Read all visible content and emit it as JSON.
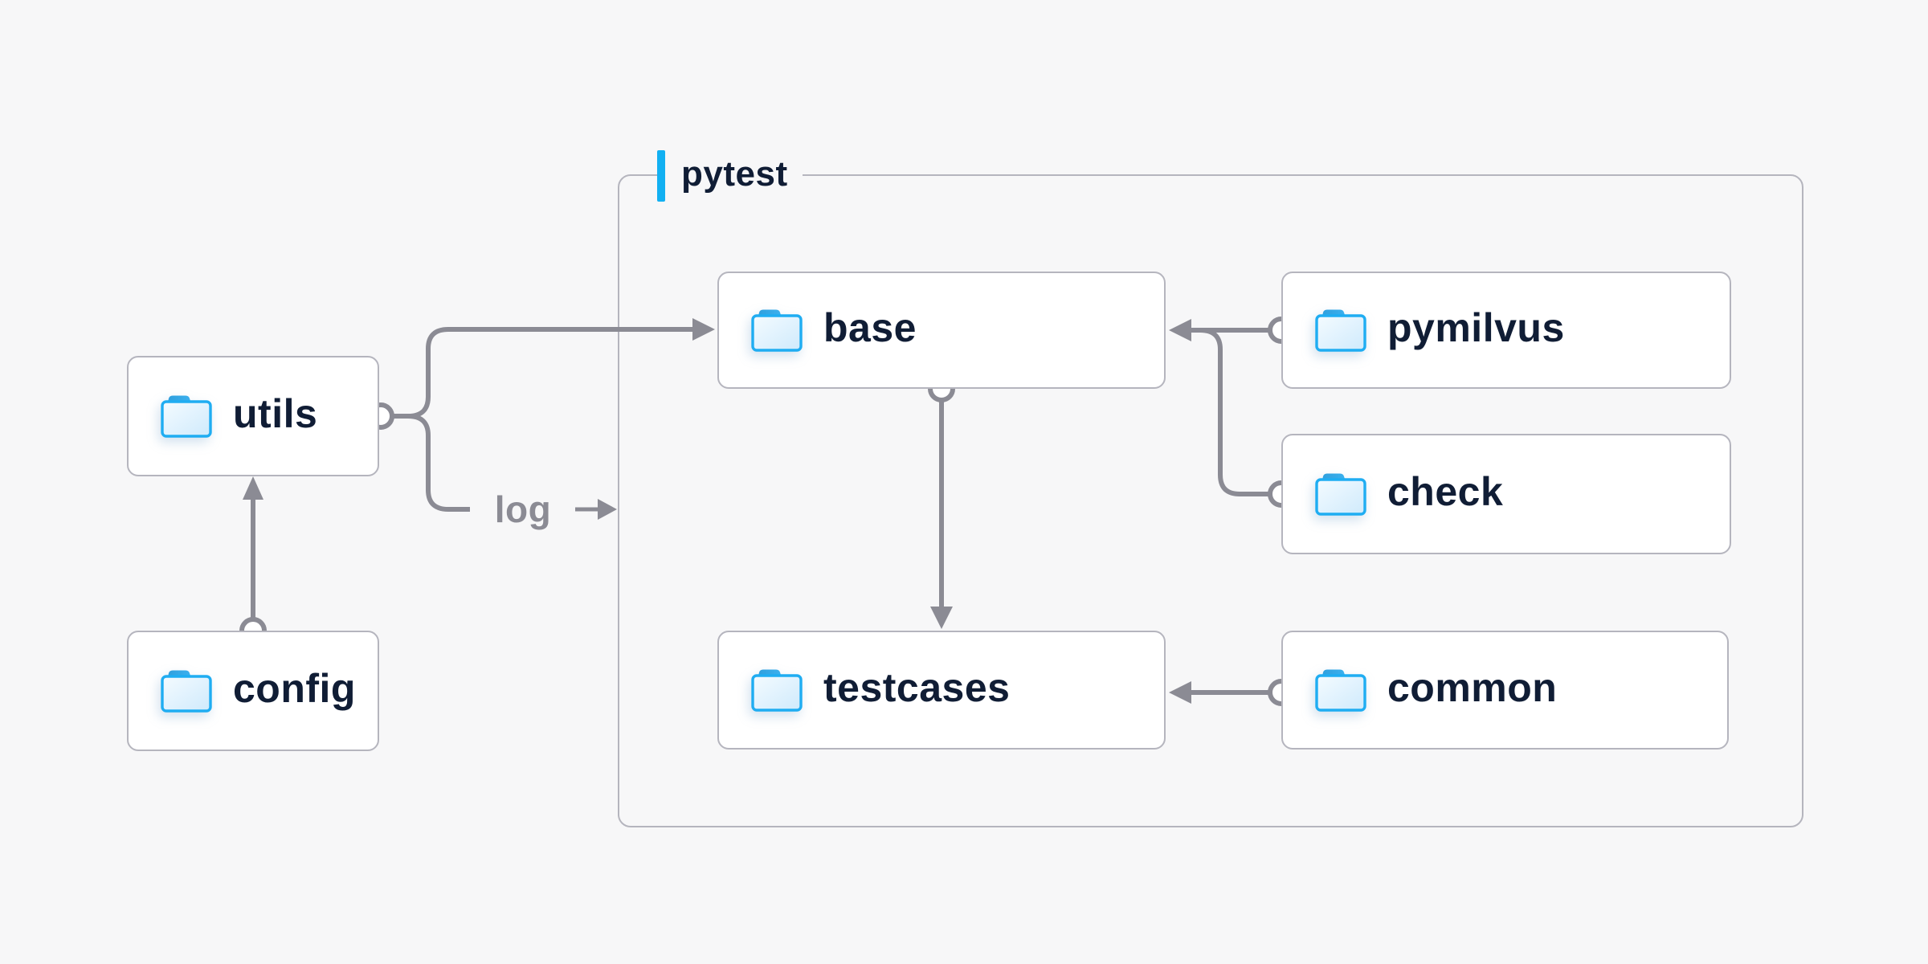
{
  "container": {
    "label": "pytest"
  },
  "nodes": {
    "utils": {
      "label": "utils"
    },
    "config": {
      "label": "config"
    },
    "base": {
      "label": "base"
    },
    "pymilvus": {
      "label": "pymilvus"
    },
    "check": {
      "label": "check"
    },
    "testcases": {
      "label": "testcases"
    },
    "common": {
      "label": "common"
    }
  },
  "edge_label": "log",
  "edges": [
    {
      "from": "config",
      "to": "utils"
    },
    {
      "from": "utils",
      "to": "base"
    },
    {
      "from": "utils",
      "to": "log"
    },
    {
      "from": "pymilvus",
      "to": "base"
    },
    {
      "from": "check",
      "to": "base"
    },
    {
      "from": "base",
      "to": "testcases"
    },
    {
      "from": "common",
      "to": "testcases"
    }
  ],
  "colors": {
    "background": "#f7f7f8",
    "node_background": "#ffffff",
    "node_border": "#b5b5be",
    "connector": "#8b8b94",
    "label_text": "#101d35",
    "accent_blue": "#12b0f2",
    "folder_stroke": "#1fadf2",
    "folder_fill_light": "#f2fafe",
    "folder_fill_dark": "#cfeafc",
    "folder_tab": "#2fa3e3"
  }
}
